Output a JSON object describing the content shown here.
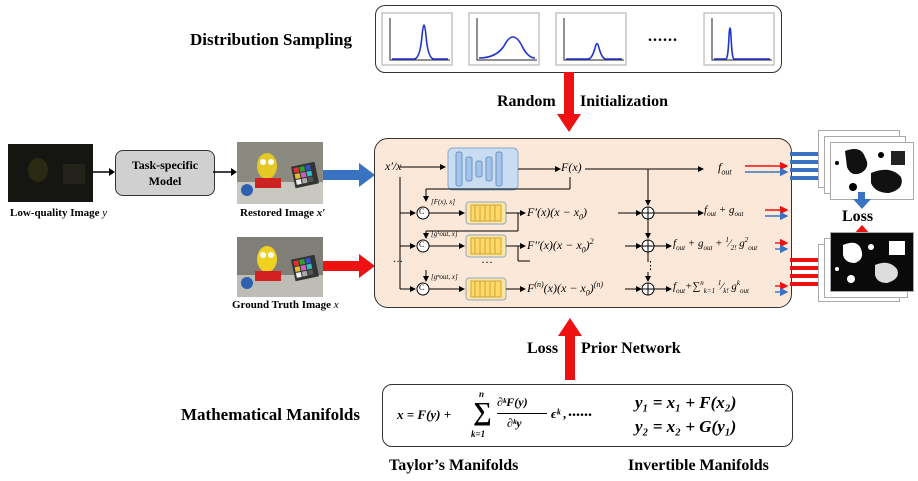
{
  "labels": {
    "distribution_sampling": "Distribution Sampling",
    "dots": "......",
    "random": "Random",
    "initialization": "Initialization",
    "loss_prior_1": "Loss",
    "loss_prior_2": "Prior Network",
    "mathematical_manifolds": "Mathematical Manifolds",
    "taylor_manifolds": "Taylor’s Manifolds",
    "invertible_manifolds": "Invertible Manifolds",
    "low_quality": "Low-quality Image",
    "low_quality_var": "y",
    "task_model_line1": "Task-specific",
    "task_model_line2": "Model",
    "restored": "Restored Image",
    "restored_var": "x′",
    "ground_truth": "Ground Truth Image",
    "ground_truth_var": "x",
    "loss": "Loss"
  },
  "network": {
    "input_label": "x′/x",
    "fx": "F(x)",
    "fout": "f",
    "fout_sub": "out",
    "row1_concat": "[F(x), x]",
    "row1_term": "F′(x)(x − x",
    "row1_out": "f",
    "row2_concat": "[g¹out, x]",
    "row2_term": "F′′(x)(x − x",
    "row3_concat": "[gⁿout, x]",
    "row3_term": "F",
    "c_label": "C",
    "dots_v": "⋮",
    "dots_h": "···"
  },
  "formulas": {
    "taylor_lhs": "x = F(y) +",
    "sum_top": "n",
    "sum_bottom": "k=1",
    "frac_num": "∂ᵏF(y)",
    "frac_den": "∂ᵏy",
    "eps": "ϵᵏ ,",
    "middle_dots": "......",
    "inv1": "y₁ = x₁ + F(x₂)",
    "inv2": "y₂ = x₂ + G(y₁)"
  },
  "colors": {
    "red": "#ee1111",
    "blue": "#3a72c2",
    "panel": "#fbe8d9",
    "encoder": "#b8d3ee",
    "yellow_block": "#ffe18a"
  }
}
